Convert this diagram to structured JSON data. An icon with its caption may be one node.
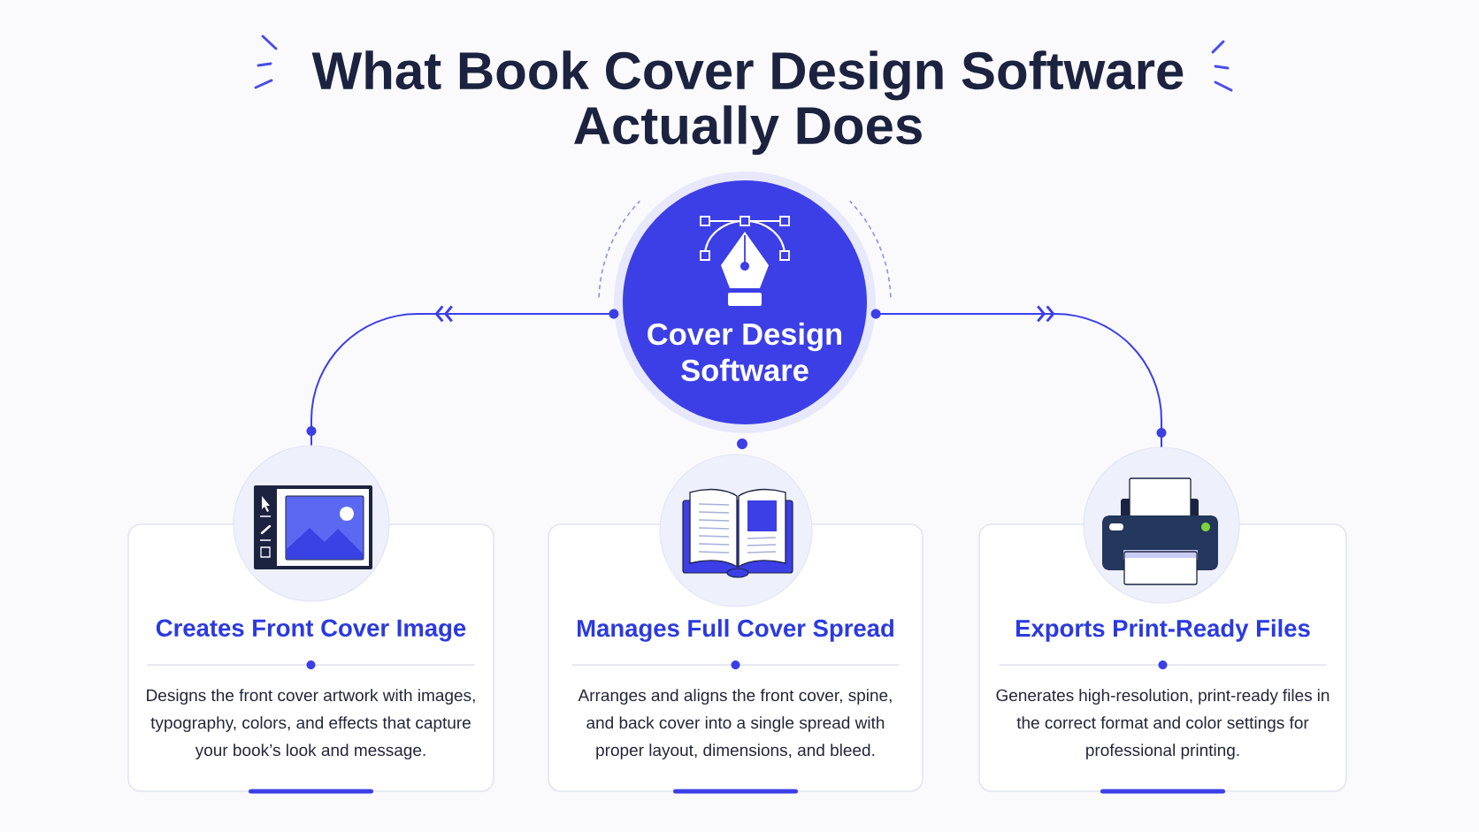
{
  "diagram": {
    "title": "What Book Cover Design Software Actually Does",
    "nodes": [
      {
        "text": [
          "Cover Design Software"
        ]
      },
      {
        "text": [],
        "shape": "picture"
      },
      {
        "text": [
          "Creates Front Cover Image",
          "Designs the front cover artwork with images, typography, colors, and effects that capture your book’s look and message."
        ]
      },
      {
        "text": [],
        "shape": "picture"
      },
      {
        "text": [
          "Manages Full Cover Spread",
          "Arranges and aligns the front cover, spine, and back cover into a single spread with proper layout, dimensions, and bleed."
        ]
      },
      {
        "text": [],
        "shape": "picture"
      },
      {
        "text": [
          "Exports Print-Ready Files",
          "Generates high-resolution, print-ready files in the correct format and color settings for professional printing."
        ]
      }
    ],
    "edges": [
      {
        "from": 0,
        "to": 1,
        "arrow": "to"
      },
      {
        "from": 0,
        "to": 5,
        "arrow": "to"
      }
    ]
  }
}
